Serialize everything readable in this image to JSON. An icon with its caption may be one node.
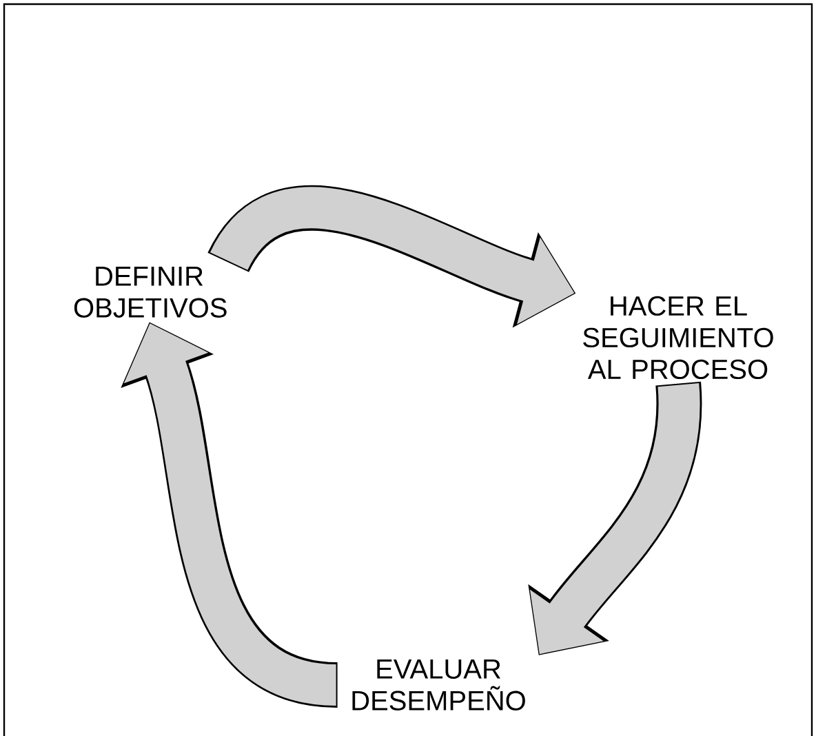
{
  "diagram": {
    "nodes": [
      {
        "text": [
          "DEFINIR OBJETIVOS"
        ]
      },
      {
        "text": [
          "HACER EL SEGUIMIENTO AL PROCESO"
        ]
      },
      {
        "text": [
          "EVALUAR DESEMPEÑO"
        ]
      }
    ],
    "edges": [
      {
        "from": 0,
        "to": 1,
        "arrow": "to"
      },
      {
        "from": 1,
        "to": 2,
        "arrow": "to"
      },
      {
        "from": 2,
        "to": 0,
        "arrow": "to"
      }
    ]
  }
}
